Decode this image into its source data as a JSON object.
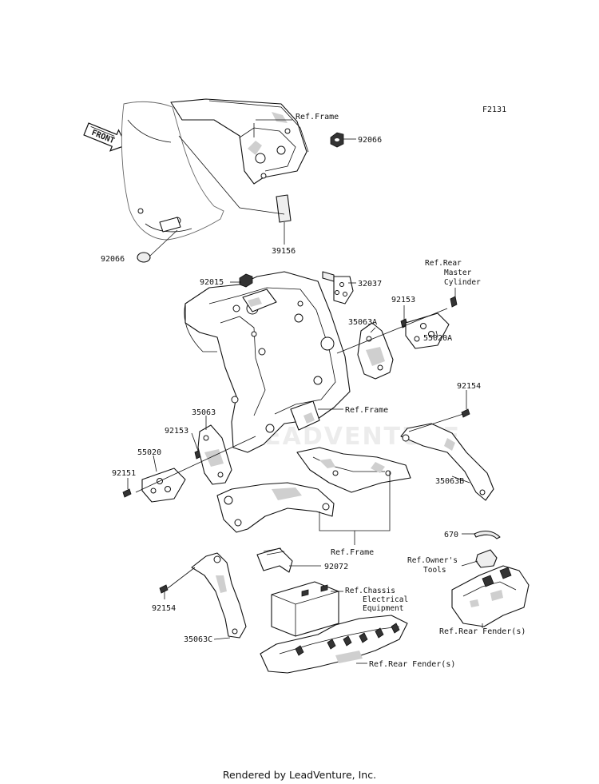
{
  "figure_id": "F2131",
  "front_arrow_label": "FRONT",
  "watermark": "LEADVENTURE",
  "footer": "Rendered by LeadVenture, Inc.",
  "labels": {
    "ref_frame": "Ref.Frame",
    "p92066": "92066",
    "p39156": "39156",
    "p92015": "92015",
    "p32037": "32037",
    "ref_rear_master_1": "Ref.Rear",
    "ref_rear_master_2": "Master",
    "ref_rear_master_3": "Cylinder",
    "p92153": "92153",
    "p35063A": "35063A",
    "p55020A": "55020A",
    "p92154": "92154",
    "p35063": "35063",
    "p55020": "55020",
    "p92151": "92151",
    "p35063B": "35063B",
    "p670": "670",
    "ref_owners_1": "Ref.Owner's",
    "ref_owners_2": "Tools",
    "p92072": "92072",
    "ref_chassis_1": "Ref.Chassis",
    "ref_chassis_2": "Electrical",
    "ref_chassis_3": "Equipment",
    "ref_rear_fender": "Ref.Rear Fender(s)",
    "p35063C": "35063C"
  }
}
